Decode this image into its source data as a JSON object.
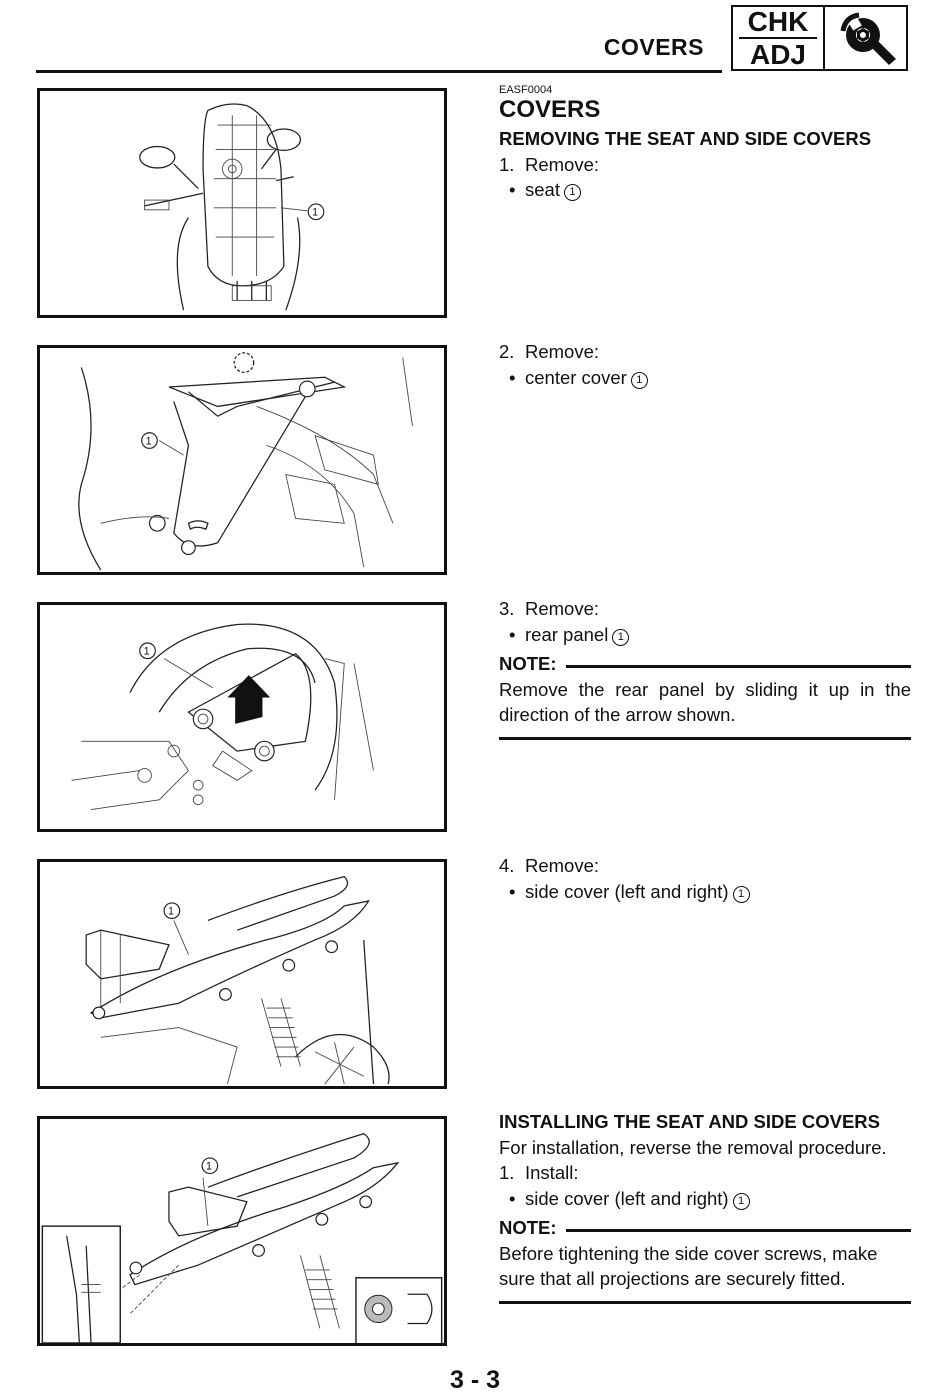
{
  "header": {
    "title": "COVERS",
    "badge_top": "CHK",
    "badge_bottom": "ADJ",
    "badge_icon": "wrench-icon"
  },
  "section": {
    "code": "EASF0004",
    "title": "COVERS",
    "removing_heading": "REMOVING THE SEAT AND SIDE COVERS"
  },
  "steps": [
    {
      "num": "1.",
      "action": "Remove:",
      "item": "seat"
    },
    {
      "num": "2.",
      "action": "Remove:",
      "item": "center cover"
    },
    {
      "num": "3.",
      "action": "Remove:",
      "item": "rear panel",
      "note_label": "NOTE:",
      "note_text": "Remove the rear panel by sliding it up in the direction of the arrow shown."
    },
    {
      "num": "4.",
      "action": "Remove:",
      "item": "side cover (left and right)"
    }
  ],
  "installing": {
    "heading": "INSTALLING THE SEAT AND SIDE COVERS",
    "intro": "For installation, reverse the removal procedure.",
    "step_num": "1.",
    "step_action": "Install:",
    "step_item": "side cover (left and right)",
    "note_label": "NOTE:",
    "note_text": "Before tightening the side cover screws, make sure that all projections are securely fitted."
  },
  "callout": "1",
  "bullet": "•",
  "page_number": "3 - 3"
}
